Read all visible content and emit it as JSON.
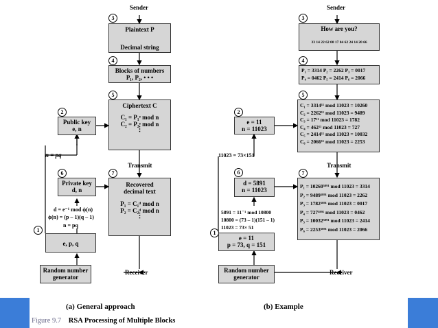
{
  "left": {
    "sender": "Sender",
    "plaintext": "Plaintext P",
    "decimal": "Decimal string",
    "blocks": "Blocks of numbers",
    "blocks_sub": "P₁, P₂, • • •",
    "ciphertext": "Ciphertext C",
    "c1": "C₁ = P₁ᵉ mod n",
    "c2": "C₂ = P₂ᵉ mod n",
    "public_key": "Public key",
    "public_key_sub": "e, n",
    "n_pq": "n = pq",
    "transmit": "Transmit",
    "private_key": "Private key",
    "private_key_sub": "d, n",
    "recovered": "Recovered",
    "recovered2": "decimal text",
    "p1": "P₁ = C₁ᵈ mod n",
    "p2": "P₂ = C₂ᵈ mod n",
    "d_eq": "d = e⁻¹ mod ϕ(n)",
    "phi_eq": "ϕ(n) = (p – 1)(q – 1)",
    "n_eq": "n = pq",
    "epq": "e, p, q",
    "rng1": "Random number",
    "rng2": "generator",
    "receiver": "Receiver"
  },
  "right": {
    "sender": "Sender",
    "plaintext": "How are you?",
    "decimal": "33 14 22 62 00 17 04 62 24 14 20 66",
    "blocks1": "P₁ = 3314  P₂ = 2262  P₃ = 0017",
    "blocks2": "P₄ = 0462  P₅ = 2414  P₆ = 2066",
    "cipher": [
      "C₁ = 3314¹¹ mod 11023 = 10260",
      "C₂ = 2262¹¹ mod 11023 = 9489",
      "C₃ = 17¹¹ mod 11023 = 1782",
      "C₄ = 462¹¹ mod 11023 = 727",
      "C₅ = 2414¹¹ mod 11023 = 10032",
      "C₆ = 2066¹¹ mod 11023 = 2253"
    ],
    "pub1": "e = 11",
    "pub2": "n = 11023",
    "n_fact": "11023 = 73×151",
    "transmit": "Transmit",
    "priv1": "d = 5891",
    "priv2": "n = 11023",
    "plain": [
      "P₁ = 10260⁵⁸⁹¹ mod 11023 = 3314",
      "P₂ = 9489⁵⁸⁹¹ mod 11023 = 2262",
      "P₃ = 1782⁵⁸⁹¹ mod 11023 = 0017",
      "P₄ = 727⁵⁸⁹¹ mod 11023 = 0462",
      "P₅ = 10032⁵⁸⁹¹ mod 11023 = 2414",
      "P₆ = 2253⁵⁸⁹¹ mod 11023 = 2066"
    ],
    "calc1": "5891 = 11⁻¹ mod 10800",
    "calc2": "10800 = (73 – 1)(151 – 1)",
    "calc3": "11023 = 73× 51",
    "keygen1": "e = 11",
    "keygen2": "p = 73, q = 151",
    "rng1": "Random number",
    "rng2": "generator",
    "receiver": "Receiver"
  },
  "steps": {
    "s1": "1",
    "s2": "2",
    "s3": "3",
    "s4": "4",
    "s5": "5",
    "s6": "6",
    "s7": "7"
  },
  "caption_a": "(a) General approach",
  "caption_b": "(b) Example",
  "figure_label": "Figure 9.7",
  "figure_title": "RSA Processing of Multiple Blocks"
}
